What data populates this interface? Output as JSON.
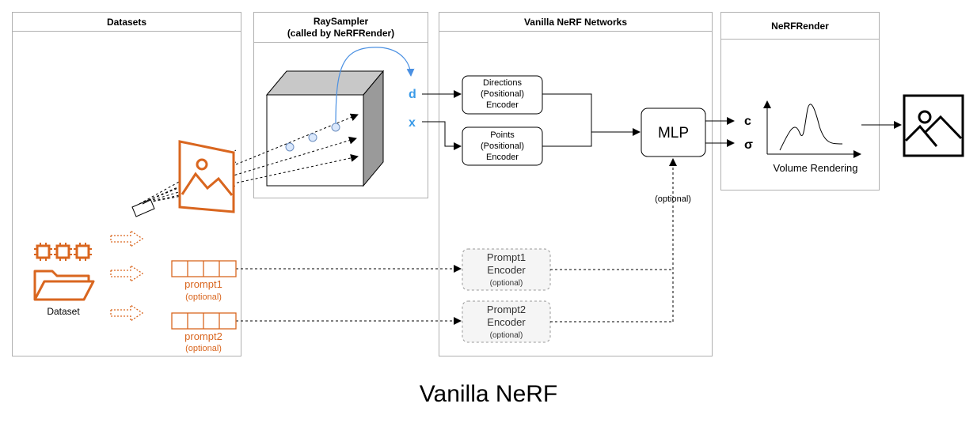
{
  "panels": {
    "datasets": {
      "title": "Datasets"
    },
    "raysampler": {
      "title_line1": "RaySampler",
      "title_line2": "(called by NeRFRender)"
    },
    "networks": {
      "title": "Vanilla NeRF Networks"
    },
    "render": {
      "title": "NeRFRender"
    }
  },
  "inputs": {
    "d": "d",
    "x": "x"
  },
  "encoders": {
    "directions": [
      "Directions",
      "(Positional)",
      "Encoder"
    ],
    "points": [
      "Points",
      "(Positional)",
      "Encoder"
    ],
    "prompt1": [
      "Prompt1",
      "Encoder",
      "(optional)"
    ],
    "prompt2": [
      "Prompt2",
      "Encoder",
      "(optional)"
    ]
  },
  "mlp": {
    "label": "MLP",
    "optional_label": "(optional)"
  },
  "outputs": {
    "c": "c",
    "sigma": "σ"
  },
  "volume_rendering": {
    "label": "Volume Rendering"
  },
  "dataset": {
    "label": "Dataset",
    "prompt1": "prompt1",
    "prompt1_optional": "(optional)",
    "prompt2": "prompt2",
    "prompt2_optional": "(optional)"
  },
  "footer": {
    "title": "Vanilla NeRF"
  },
  "colors": {
    "orange": "#d9661f",
    "blue": "#4a90e2",
    "point_fill": "#dae8fc",
    "point_stroke": "#6c8ebf",
    "gray_box": "#f5f5f5",
    "gray_stroke": "#999999"
  }
}
